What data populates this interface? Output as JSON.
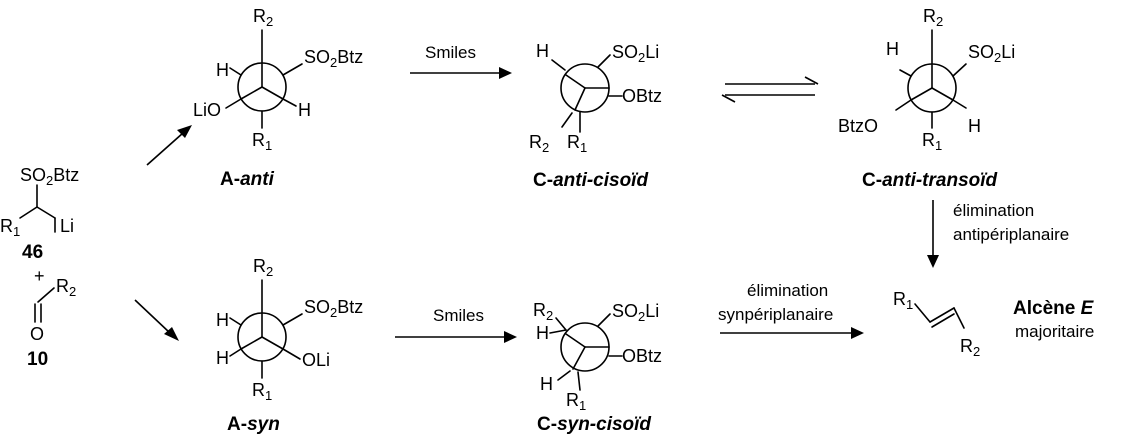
{
  "reagents": {
    "sulfone": {
      "so2btz": "SO2Btz",
      "r1": "R1",
      "li": "Li",
      "number": "46"
    },
    "plus": "+",
    "aldehyde": {
      "r2": "R2",
      "o": "O",
      "number": "10"
    }
  },
  "a_anti": {
    "top": "R2",
    "top_right": "SO2Btz",
    "top_left": "H",
    "bottom_left": "LiO",
    "bottom_right": "H",
    "bottom": "R1",
    "caption_prefix": "A-",
    "caption_italic": "anti"
  },
  "a_syn": {
    "top": "R2",
    "top_right": "SO2Btz",
    "top_left": "H",
    "bottom_left": "H",
    "bottom_right": "OLi",
    "bottom": "R1",
    "caption_prefix": "A-",
    "caption_italic": "syn"
  },
  "c_anti_cisoid": {
    "h": "H",
    "so2li": "SO2Li",
    "obtz": "OBtz",
    "r2": "R2",
    "r1": "R1",
    "caption_prefix": "C-",
    "caption_italic": "anti-cisoïd"
  },
  "c_syn_cisoid": {
    "r2": "R2",
    "h_top": "H",
    "so2li": "SO2Li",
    "obtz": "OBtz",
    "h_bottom": "H",
    "r1": "R1",
    "caption_prefix": "C-",
    "caption_italic": "syn-cisoïd"
  },
  "c_anti_transoid": {
    "top": "R2",
    "top_left": "H",
    "top_right": "SO2Li",
    "bottom_left": "BtzO",
    "bottom_right": "H",
    "bottom": "R1",
    "caption_prefix": "C-",
    "caption_italic": "anti-transoïd"
  },
  "arrows": {
    "smiles_top": "Smiles",
    "smiles_bottom": "Smiles",
    "elim_anti_line1": "élimination",
    "elim_anti_line2": "antipériplanaire",
    "elim_syn_line1": "élimination",
    "elim_syn_line2": "synpériplanaire"
  },
  "product": {
    "r1": "R1",
    "r2": "R2",
    "name_prefix": "Alcène ",
    "name_italic": "E",
    "line2": "majoritaire"
  }
}
